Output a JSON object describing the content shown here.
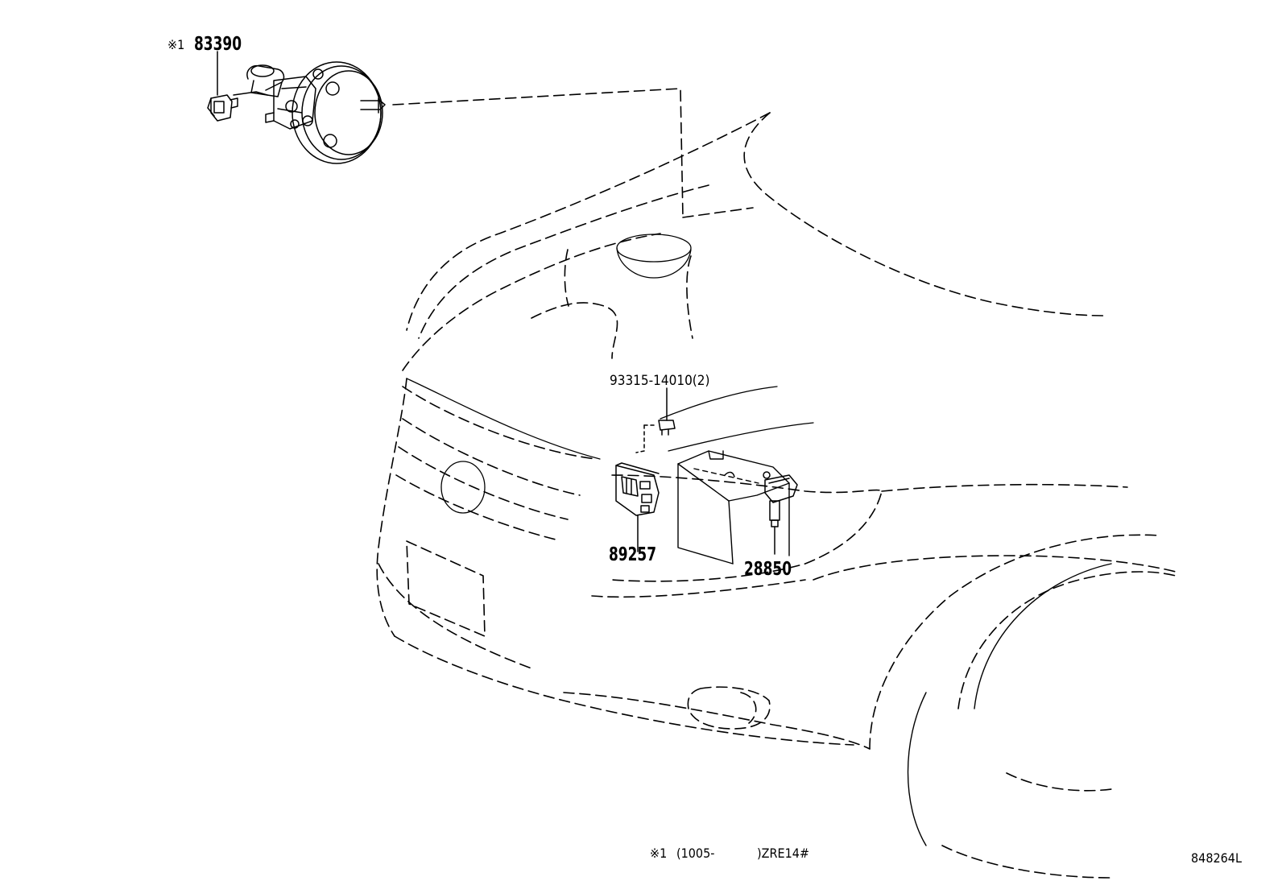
{
  "callouts": {
    "brake_sensor": {
      "mark": "※1",
      "number": "83390"
    },
    "bolt": {
      "number": "93315-14010(2)"
    },
    "relay_block": {
      "number": "89257"
    },
    "battery_sensor": {
      "number": "28850"
    }
  },
  "footnote": {
    "mark": "※1",
    "range": "(1005-",
    "model": ")ZRE14#"
  },
  "diagram_id": "848264L",
  "colors": {
    "line": "#000000",
    "background": "#ffffff"
  }
}
